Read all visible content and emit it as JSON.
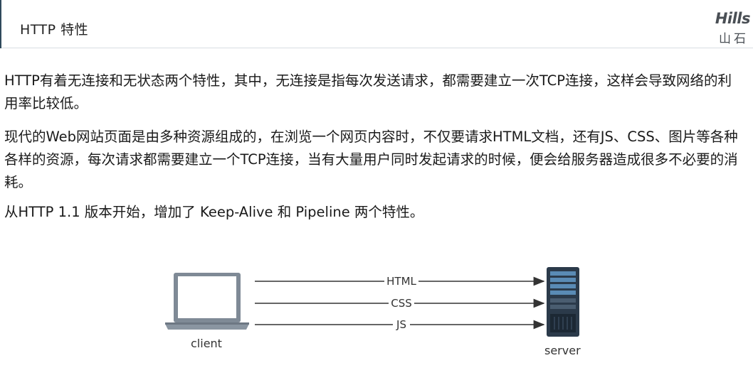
{
  "header": {
    "title": "HTTP 特性",
    "logo_top": "Hills",
    "logo_bottom": "山石"
  },
  "content": {
    "paragraph_1": "HTTP有着无连接和无状态两个特性，其中，无连接是指每次发送请求，都需要建立一次TCP连接，这样会导致网络的利用率比较低。",
    "paragraph_2": "现代的Web网站页面是由多种资源组成的，在浏览一个网页内容时，不仅要请求HTML文档，还有JS、CSS、图片等各种各样的资源，每次请求都需要建立一个TCP连接，当有大量用户同时发起请求的时候，便会给服务器造成很多不必要的消耗。",
    "paragraph_3": "从HTTP 1.1 版本开始，增加了 Keep-Alive 和 Pipeline 两个特性。"
  },
  "diagram": {
    "client_label": "client",
    "server_label": "server",
    "arrows": [
      "HTML",
      "CSS",
      "JS"
    ],
    "colors": {
      "device": "#7f8a96",
      "screen": "#ffffff",
      "server_body": "#2b3a4a",
      "server_accent": "#5a8bb5",
      "arrow": "#333333"
    }
  }
}
